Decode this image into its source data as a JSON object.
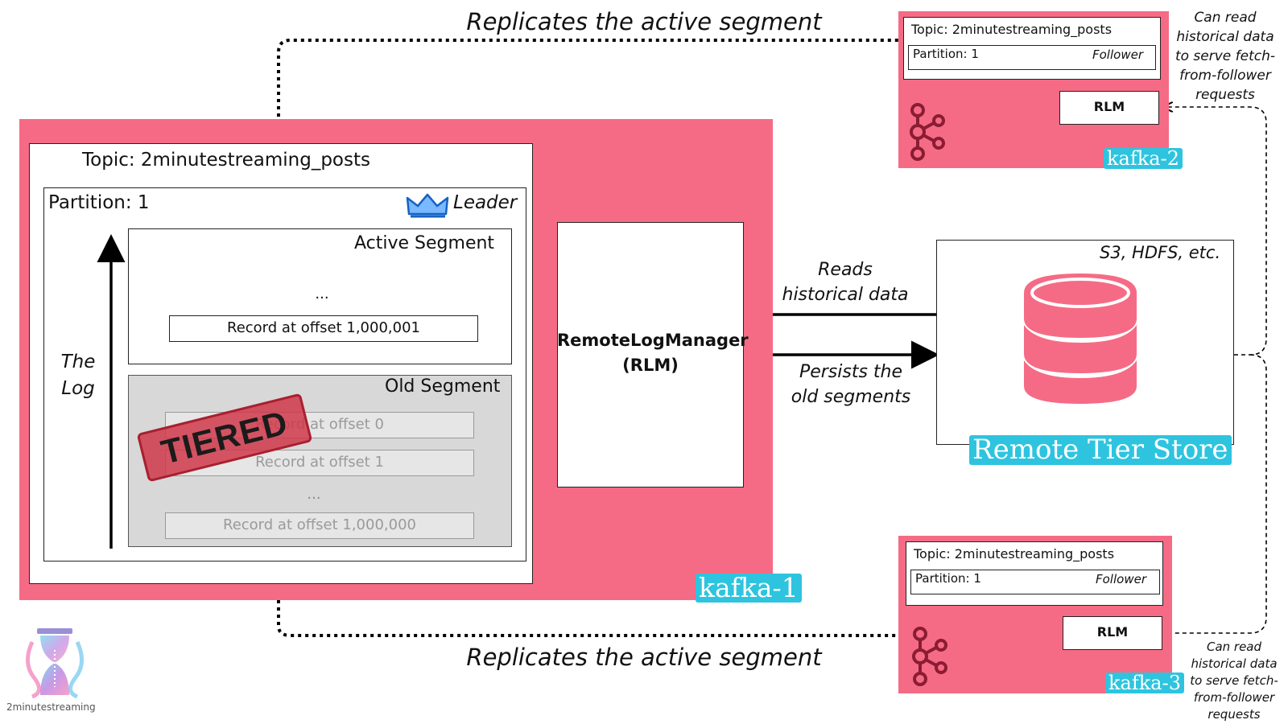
{
  "top_label": "Replicates the active segment",
  "bottom_label": "Replicates the active segment",
  "broker1": {
    "name": "kafka-1",
    "topic": "Topic: 2minutestreaming_posts",
    "partition": "Partition: 1",
    "role": "Leader",
    "log_label_1": "The",
    "log_label_2": "Log",
    "active_segment": {
      "title": "Active Segment",
      "ellipsis": "...",
      "record": "Record at offset 1,000,001"
    },
    "old_segment": {
      "title": "Old Segment",
      "records": [
        "Record at offset 0",
        "Record at offset 1",
        "Record at offset 1,000,000"
      ],
      "ellipsis": "...",
      "stamp": "TIERED"
    },
    "rlm_line1": "RemoteLogManager",
    "rlm_line2": "(RLM)"
  },
  "arrows": {
    "reads_1": "Reads",
    "reads_2": "historical data",
    "persists_1": "Persists the",
    "persists_2": "old segments"
  },
  "remote_store": {
    "note": "S3, HDFS, etc.",
    "name": "Remote Tier Store"
  },
  "broker2": {
    "name": "kafka-2",
    "topic": "Topic: 2minutestreaming_posts",
    "partition": "Partition: 1",
    "role": "Follower",
    "rlm": "RLM",
    "note": [
      "Can read",
      "historical data",
      "to serve fetch-",
      "from-follower",
      "requests"
    ]
  },
  "broker3": {
    "name": "kafka-3",
    "topic": "Topic: 2minutestreaming_posts",
    "partition": "Partition: 1",
    "role": "Follower",
    "rlm": "RLM",
    "note": [
      "Can read",
      "historical data",
      "to serve fetch-",
      "from-follower",
      "requests"
    ]
  },
  "logo_text": "2minutestreaming",
  "colors": {
    "broker": "#f56b85",
    "label": "#2ec4df",
    "stamp": "#d0384a"
  }
}
